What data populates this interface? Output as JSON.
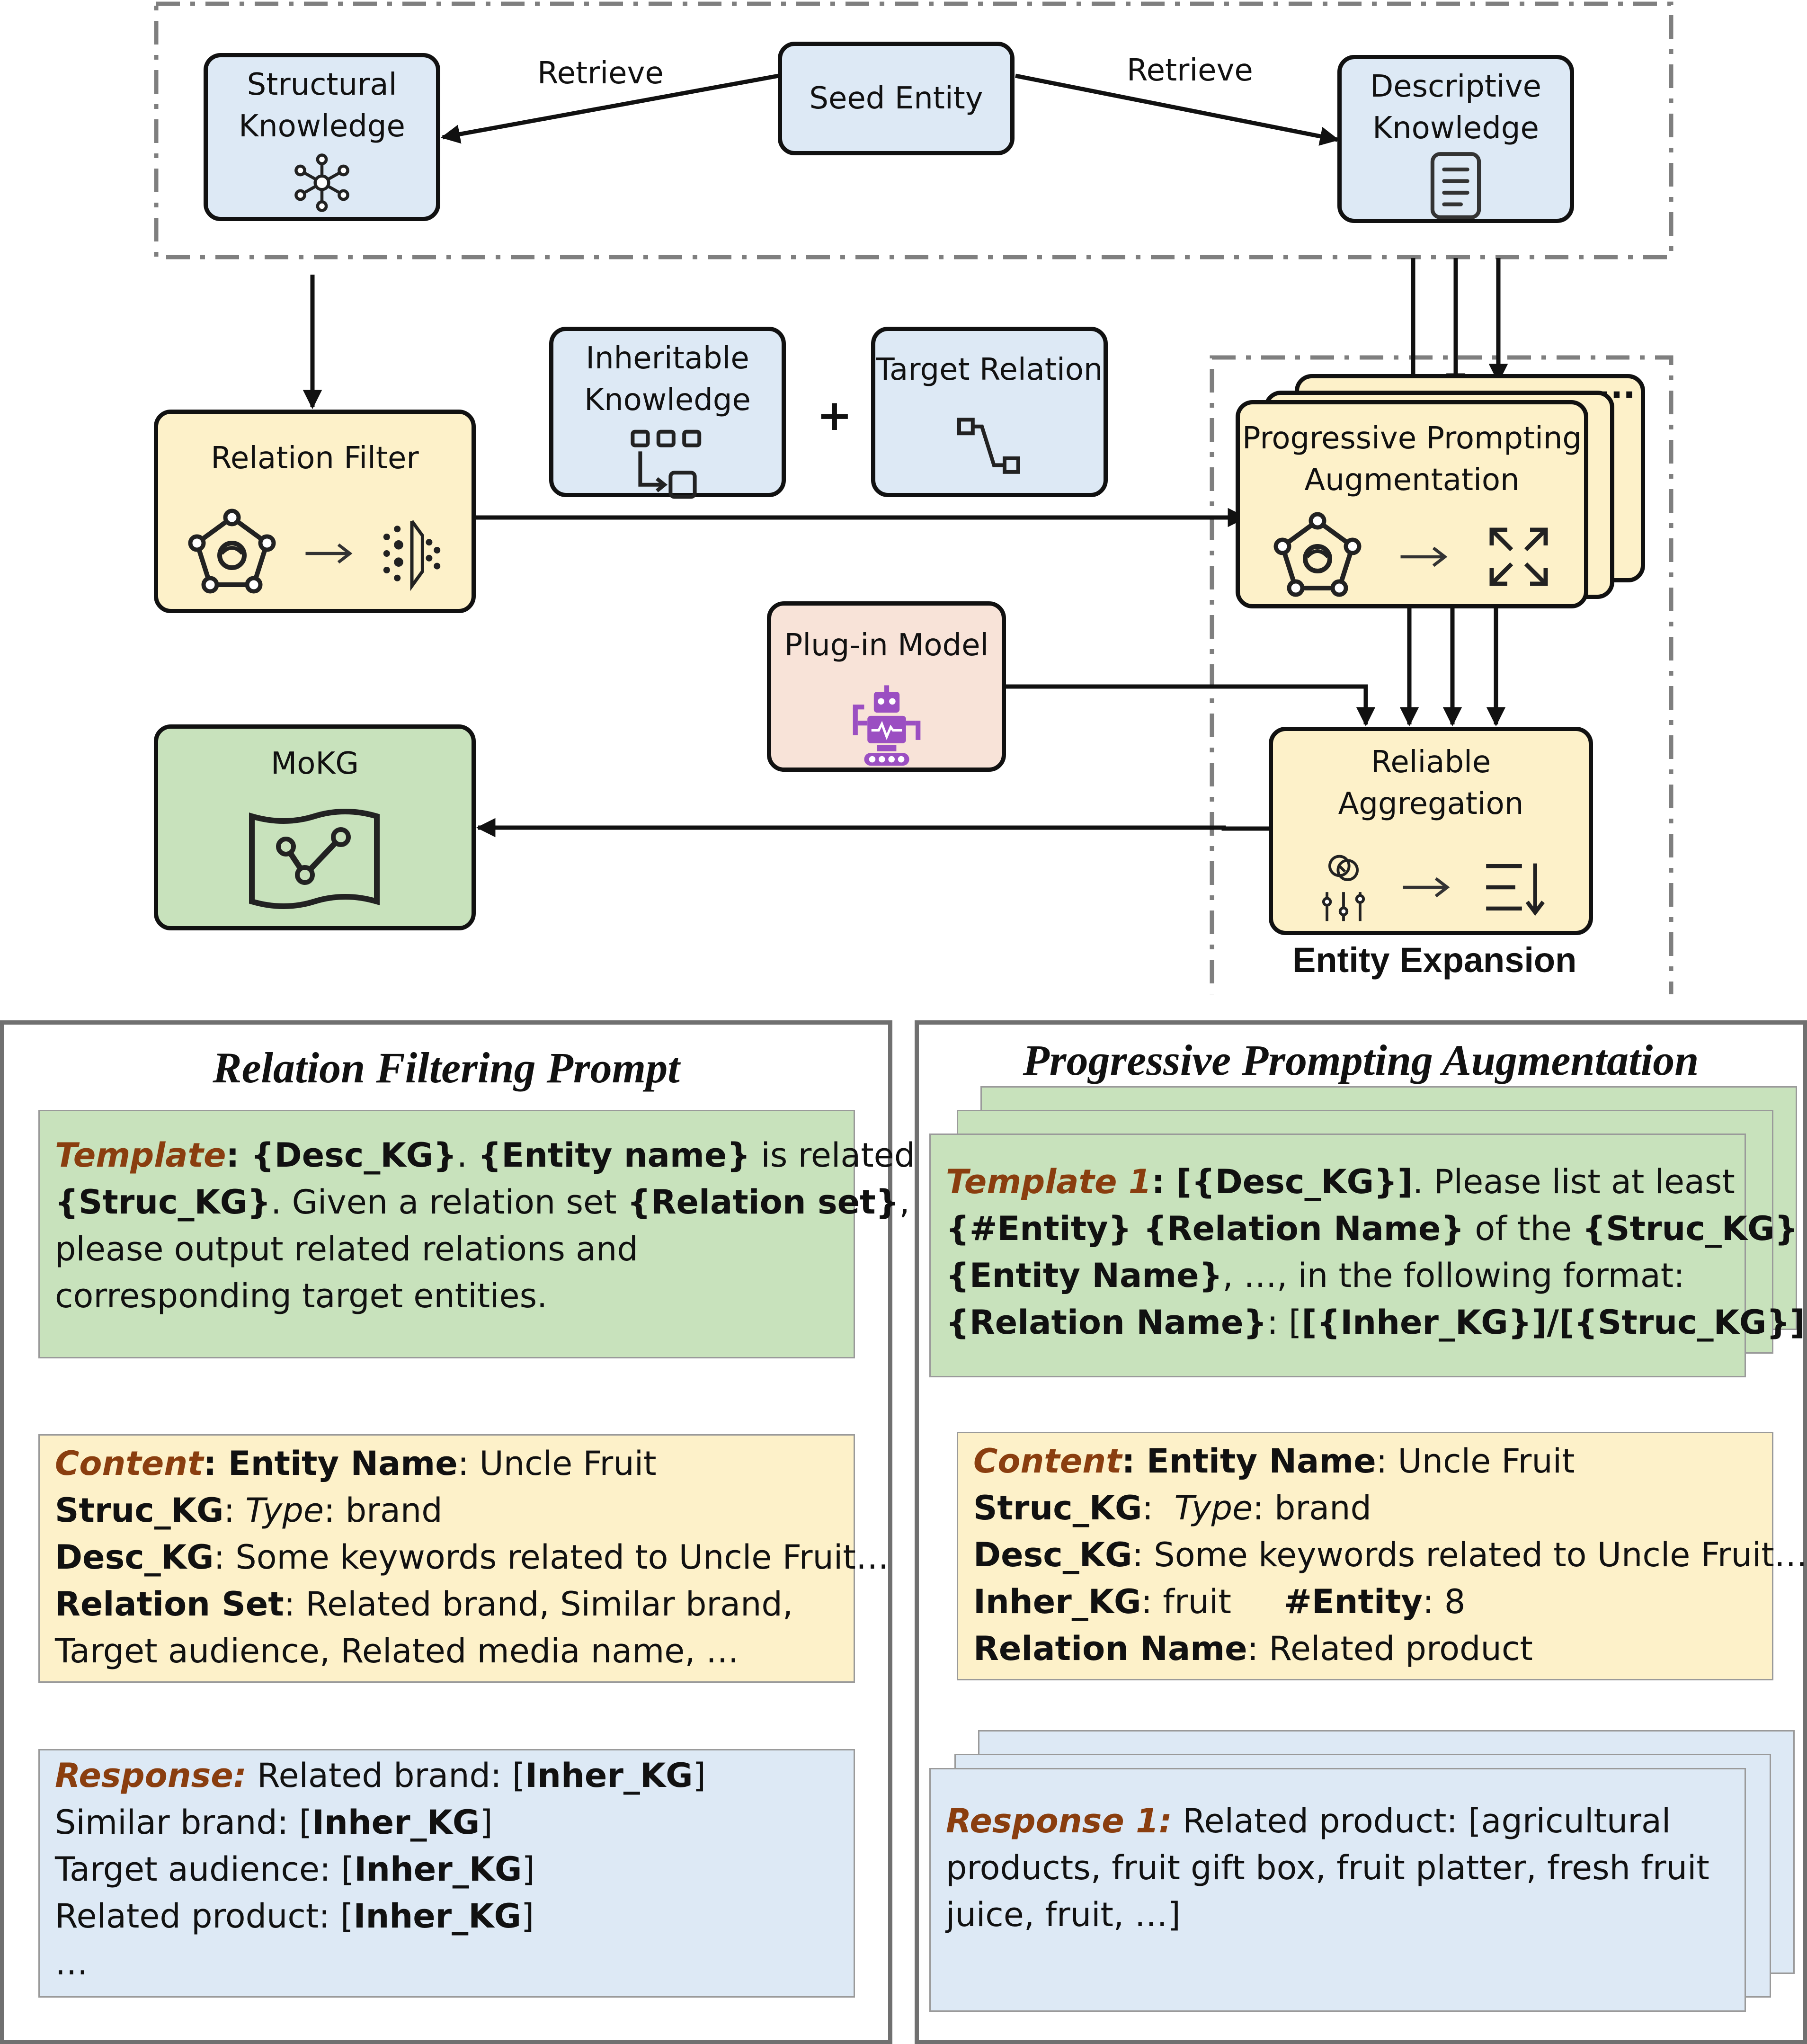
{
  "flow": {
    "seed_entity": "Seed Entity",
    "structural": "Structural\nKnowledge",
    "descriptive": "Descriptive\nKnowledge",
    "retrieve_left": "Retrieve",
    "retrieve_right": "Retrieve",
    "relation_filter": "Relation Filter",
    "inheritable": "Inheritable\nKnowledge",
    "plus": "+",
    "target_relation": "Target Relation",
    "ppa": "Progressive Prompting\nAugmentation",
    "ppa_more": "...",
    "plugin": "Plug-in Model",
    "reliable": "Reliable\nAggregation",
    "mokg": "MoKG",
    "entity_expansion": "Entity Expansion"
  },
  "icons": {
    "structural": "network-icon",
    "descriptive": "document-icon",
    "inheritable": "hierarchy-icon",
    "target": "relation-path-icon",
    "filter_left": "pentagon-graph-icon",
    "filter_right": "filter-icon",
    "ppa_left": "pentagon-graph-icon",
    "ppa_right": "expand-icon",
    "plugin": "robot-icon",
    "agg_left": "adjust-icon",
    "agg_right": "sort-icon",
    "mokg": "map-icon",
    "arrow": "right-arrow-icon"
  },
  "colors": {
    "blue_node": "#dde9f5",
    "yellow_node": "#fdf1c9",
    "green_node": "#c8e2bc",
    "pink_node": "#f8e3d8",
    "tag_brown": "#8a3e0f",
    "robot_purple": "#9b4fc2"
  },
  "left_panel": {
    "title": "Relation Filtering Prompt",
    "template": {
      "tag": "Template",
      "p1": ": ",
      "b1": "{Desc_KG}",
      "p2": ". ",
      "b2": "{Entity name}",
      "p3": " is related to",
      "b3": "{Struc_KG}",
      "p4": ". Given a relation set ",
      "b4": "{Relation set}",
      "p5": ",",
      "l3": "please output related relations and",
      "l4": "corresponding target entities."
    },
    "content": {
      "tag": "Content",
      "k1": ": Entity Name",
      "v1": ": Uncle Fruit",
      "k2": "Struc_KG",
      "v2a": ": ",
      "v2i": "Type",
      "v2b": ": brand",
      "k3": "Desc_KG",
      "v3": ": Some keywords related to Uncle Fruit…",
      "k4": "Relation Set",
      "v4": ": Related brand, Similar brand,",
      "l5": "Target audience, Related media name, …"
    },
    "response": {
      "tag": "Response:",
      "r1a": " Related brand: [",
      "r1b": "Inher_KG",
      "r1c": "]",
      "r2a": "Similar brand: [",
      "r2b": "Inher_KG",
      "r2c": "]",
      "r3a": "Target audience: [",
      "r3b": "Inher_KG",
      "r3c": "]",
      "r4a": "Related product: [",
      "r4b": "Inher_KG",
      "r4c": "]",
      "r5": "…"
    }
  },
  "right_panel": {
    "title": "Progressive Prompting Augmentation",
    "template": {
      "tag": "Template 1",
      "p1": ": ",
      "b1": "[{Desc_KG}]",
      "p2": ". Please list at least",
      "b2": "{#Entity} {Relation Name}",
      "p3": " of the ",
      "b3": "{Struc_KG}",
      "b4": "{Entity Name}",
      "p4": ", …, in the following format:",
      "b5": "{Relation Name}",
      "p5": ": [",
      "b6": "[{Inher_KG}]/[{Struc_KG}]",
      "p6": ",,,]."
    },
    "content": {
      "tag": "Content",
      "k1": ": Entity Name",
      "v1": ": Uncle Fruit",
      "k2": "Struc_KG",
      "v2a": ":  ",
      "v2i": "Type",
      "v2b": ": brand",
      "k3": "Desc_KG",
      "v3": ": Some keywords related to Uncle Fruit…",
      "k4": "Inher_KG",
      "v4": ": fruit     ",
      "k5": "#Entity",
      "v5": ": 8",
      "k6": "Relation Name",
      "v6": ": Related product"
    },
    "response": {
      "tag": "Response 1:",
      "l1": " Related product: [agricultural",
      "l2": "products, fruit gift box, fruit platter, fresh fruit",
      "l3": "juice, fruit, …]"
    }
  }
}
